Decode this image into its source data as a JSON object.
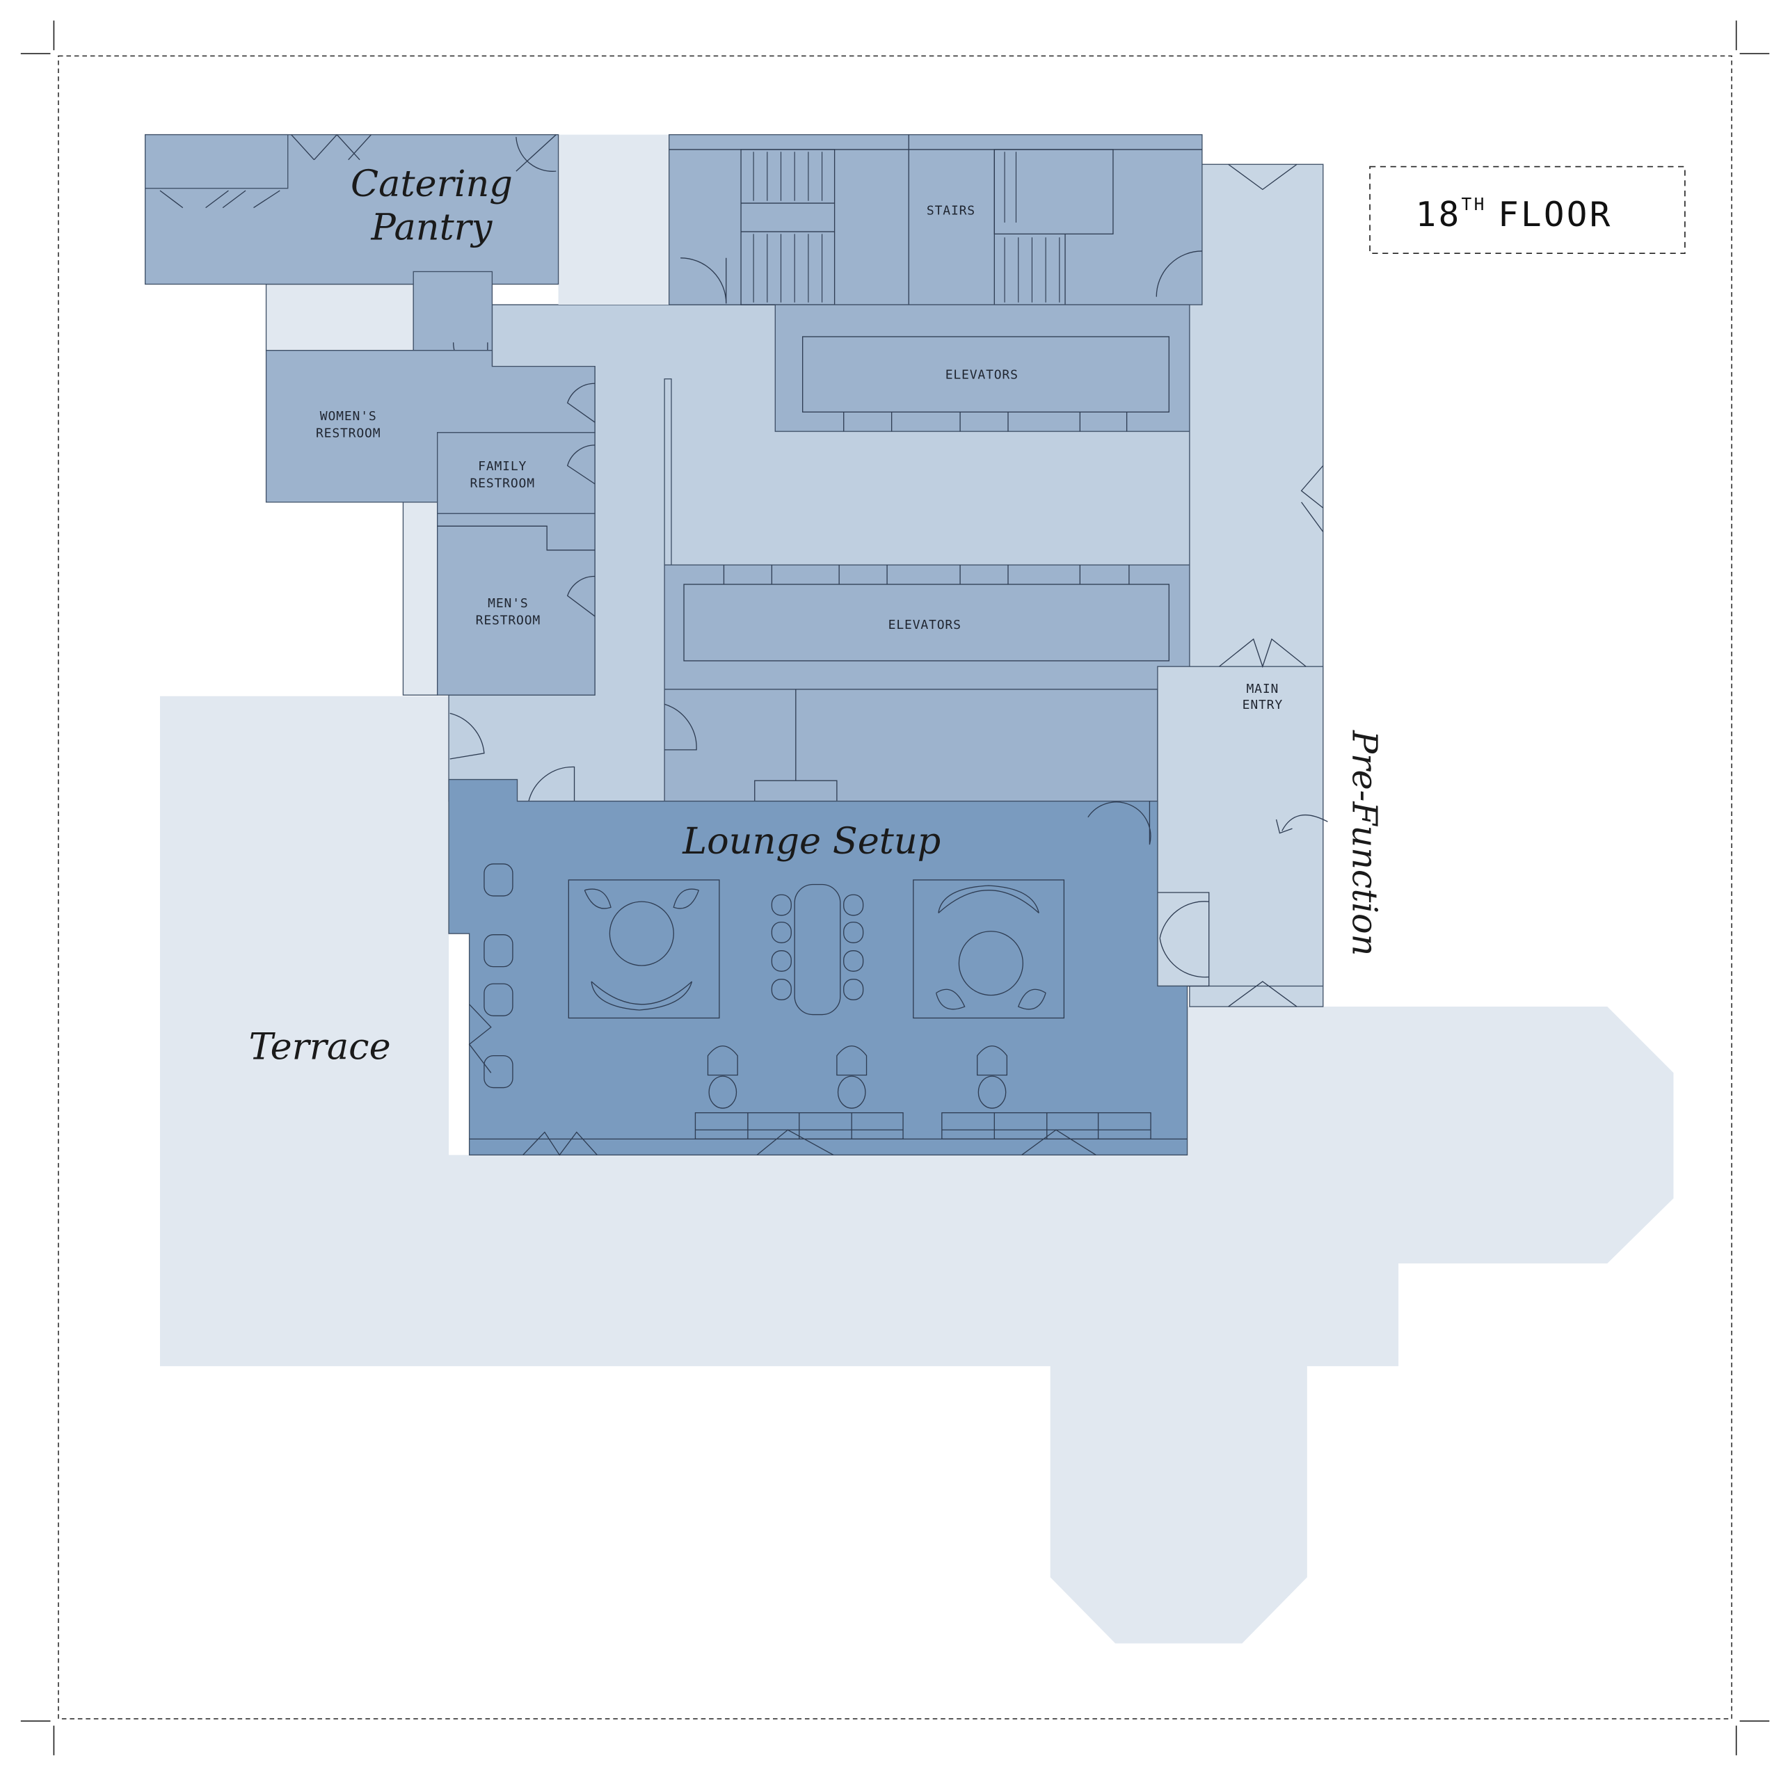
{
  "floor_label": {
    "number": "18",
    "suffix": "TH",
    "word": "FLOOR"
  },
  "rooms": {
    "catering_line1": "Catering",
    "catering_line2": "Pantry",
    "stairs": "STAIRS",
    "elevators_upper": "ELEVATORS",
    "elevators_lower": "ELEVATORS",
    "womens_line1": "WOMEN'S",
    "womens_line2": "RESTROOM",
    "family_line1": "FAMILY",
    "family_line2": "RESTROOM",
    "mens_line1": "MEN'S",
    "mens_line2": "RESTROOM",
    "main_entry_line1": "MAIN",
    "main_entry_line2": "ENTRY",
    "lounge": "Lounge Setup",
    "terrace": "Terrace",
    "prefunction": "Pre-Function"
  },
  "colors": {
    "room": "#9db3cd",
    "corridor": "#bfcfe0",
    "lounge": "#7a9bbf",
    "terrace": "#e1e8f0",
    "prefunction": "#c8d6e4"
  }
}
